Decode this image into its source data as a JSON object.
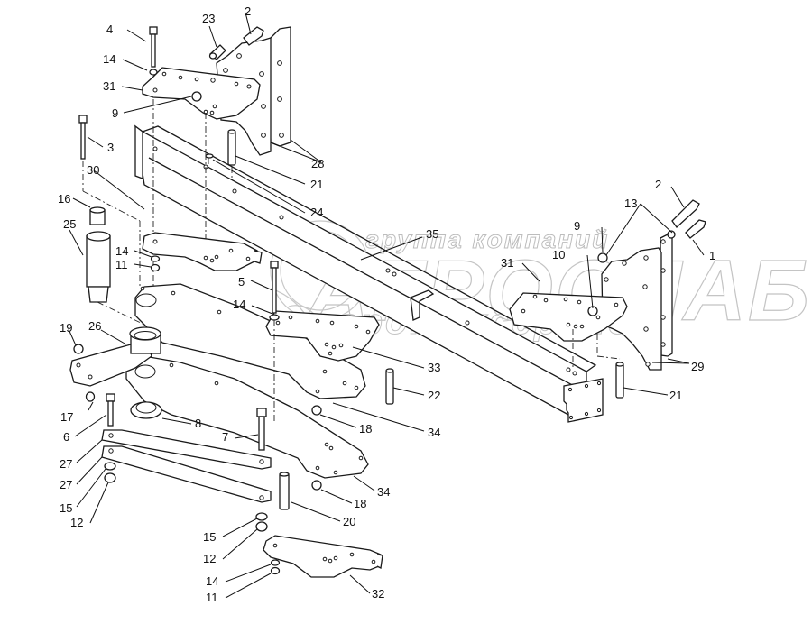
{
  "diagram": {
    "title": "Exploded parts diagram: frame beam, mounting brackets, link arms and fasteners",
    "watermark": {
      "line1": "группа компаний",
      "line2": "АГРОСНАБ",
      "line3": "агротехсервис"
    },
    "callouts": [
      {
        "id": "c4",
        "label": "4"
      },
      {
        "id": "c23",
        "label": "23"
      },
      {
        "id": "c2a",
        "label": "2"
      },
      {
        "id": "c14a",
        "label": "14"
      },
      {
        "id": "c31a",
        "label": "31"
      },
      {
        "id": "c9a",
        "label": "9"
      },
      {
        "id": "c3",
        "label": "3"
      },
      {
        "id": "c28",
        "label": "28"
      },
      {
        "id": "c21a",
        "label": "21"
      },
      {
        "id": "c30",
        "label": "30"
      },
      {
        "id": "c24",
        "label": "24"
      },
      {
        "id": "c16",
        "label": "16"
      },
      {
        "id": "c25",
        "label": "25"
      },
      {
        "id": "c14b",
        "label": "14"
      },
      {
        "id": "c11a",
        "label": "11"
      },
      {
        "id": "c35",
        "label": "35"
      },
      {
        "id": "c2b",
        "label": "2"
      },
      {
        "id": "c13",
        "label": "13"
      },
      {
        "id": "c9b",
        "label": "9"
      },
      {
        "id": "c10",
        "label": "10"
      },
      {
        "id": "c1",
        "label": "1"
      },
      {
        "id": "c31b",
        "label": "31"
      },
      {
        "id": "c5",
        "label": "5"
      },
      {
        "id": "c14c",
        "label": "14"
      },
      {
        "id": "c29",
        "label": "29"
      },
      {
        "id": "c19",
        "label": "19"
      },
      {
        "id": "c26",
        "label": "26"
      },
      {
        "id": "c33",
        "label": "33"
      },
      {
        "id": "c22",
        "label": "22"
      },
      {
        "id": "c21b",
        "label": "21"
      },
      {
        "id": "c17",
        "label": "17"
      },
      {
        "id": "c8",
        "label": "8"
      },
      {
        "id": "c18a",
        "label": "18"
      },
      {
        "id": "c6",
        "label": "6"
      },
      {
        "id": "c34a",
        "label": "34"
      },
      {
        "id": "c7",
        "label": "7"
      },
      {
        "id": "c27a",
        "label": "27"
      },
      {
        "id": "c27b",
        "label": "27"
      },
      {
        "id": "c34b",
        "label": "34"
      },
      {
        "id": "c15a",
        "label": "15"
      },
      {
        "id": "c18b",
        "label": "18"
      },
      {
        "id": "c12a",
        "label": "12"
      },
      {
        "id": "c20",
        "label": "20"
      },
      {
        "id": "c15b",
        "label": "15"
      },
      {
        "id": "c12b",
        "label": "12"
      },
      {
        "id": "c14d",
        "label": "14"
      },
      {
        "id": "c11b",
        "label": "11"
      },
      {
        "id": "c32",
        "label": "32"
      }
    ]
  }
}
